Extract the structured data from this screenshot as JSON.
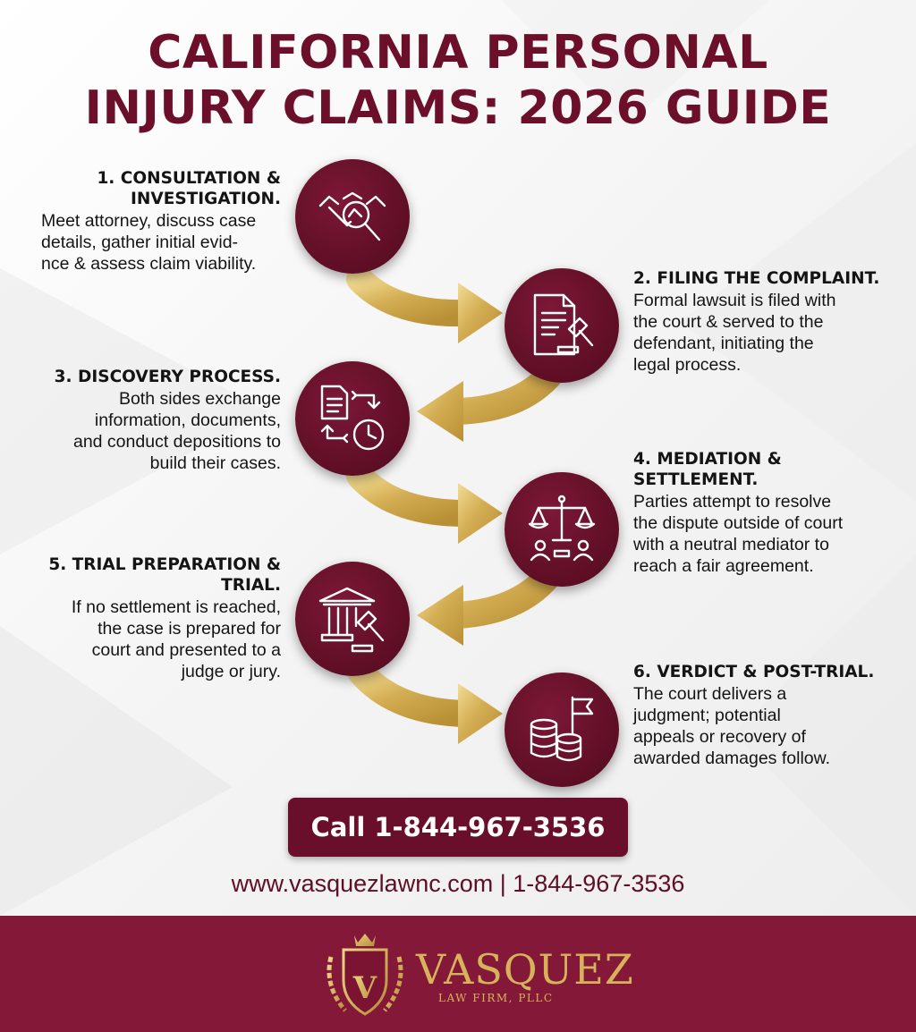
{
  "title": {
    "line1": "CALIFORNIA PERSONAL",
    "line2": "INJURY CLAIMS: 2026 GUIDE"
  },
  "colors": {
    "brand": "#6b0f2a",
    "footer": "#841838",
    "gold": "#d4ae54",
    "text": "#141414"
  },
  "steps": [
    {
      "heading_lines": [
        "1. CONSULTATION &",
        "INVESTIGATION."
      ],
      "body_lines": [
        "Meet attorney, discuss case",
        "details, gather initial evid-",
        "nce & assess claim viability."
      ],
      "icon": "handshake-magnifier-icon"
    },
    {
      "heading_lines": [
        "2. FILING THE COMPLAINT."
      ],
      "body_lines": [
        "Formal lawsuit is filed with",
        "the court & served to the",
        "defendant, initiating the",
        "legal process."
      ],
      "icon": "document-gavel-icon"
    },
    {
      "heading_lines": [
        "3. DISCOVERY PROCESS."
      ],
      "body_lines": [
        "Both sides exchange",
        "information, documents,",
        "and conduct depositions to",
        "build their cases."
      ],
      "icon": "document-exchange-clock-icon"
    },
    {
      "heading_lines": [
        "4. MEDIATION &",
        "SETTLEMENT."
      ],
      "body_lines": [
        "Parties attempt to resolve",
        "the dispute outside of court",
        "with a neutral mediator to",
        "reach a fair agreement."
      ],
      "icon": "scales-people-icon"
    },
    {
      "heading_lines": [
        "5. TRIAL PREPARATION &",
        "TRIAL."
      ],
      "body_lines": [
        "If no settlement is reached,",
        "the case is prepared for",
        "court and presented to a",
        "judge or jury."
      ],
      "icon": "courthouse-gavel-icon"
    },
    {
      "heading_lines": [
        "6. VERDICT & POST-TRIAL."
      ],
      "body_lines": [
        "The court delivers a",
        "judgment; potential",
        "appeals or recovery of",
        "awarded damages follow."
      ],
      "icon": "coins-flag-icon"
    }
  ],
  "cta": {
    "label": "Call 1-844-967-3536"
  },
  "contact": {
    "line": "www.vasquezlawnc.com | 1-844-967-3536"
  },
  "logo": {
    "name": "VASQUEZ",
    "subtitle": "LAW FIRM, PLLC",
    "emblem_letter": "V"
  }
}
